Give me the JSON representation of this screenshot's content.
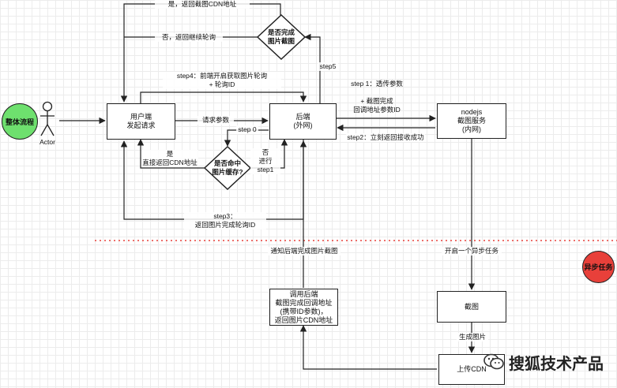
{
  "badges": {
    "overall": {
      "label": "整体流程",
      "color": "#6ee06e"
    },
    "async": {
      "label": "异步任务",
      "color": "#e8403a"
    }
  },
  "actor": {
    "label": "Actor"
  },
  "nodes": {
    "client": "用户端\n发起请求",
    "backend": "后端\n(外网)",
    "nodejs": "nodejs\n截图服务\n(内网)",
    "callback": "调用后端\n截图完成回调地址\n(携带ID参数)，\n返回图片CDN地址",
    "screenshot": "截图",
    "upload": "上传CDN"
  },
  "decisions": {
    "done": "是否完成\n图片截图",
    "cached": "是否命中\n图片缓存?"
  },
  "edge_labels": {
    "yes_return_cdn": "是，返回截图CDN地址",
    "no_continue_poll": "否，返回继续轮询",
    "step5": "step5",
    "step4": "step4：前端开启获取图片轮询\n+ 轮询ID",
    "request_params": "请求参数",
    "step0": "step 0",
    "yes_direct_cdn": "是\n直接返回CDN地址",
    "no_step1": "否\n进行  step1",
    "step3": "step3：\n返回图片完成轮询ID",
    "step1": "step 1：透传参数\n\n+ 截图完成\n回调地址参数ID",
    "step2": "step2：立刻返回接收成功",
    "notify_backend": "通知后端完成图片截图",
    "start_async": "开启一个异步任务",
    "generate_image": "生成图片"
  },
  "watermark": {
    "text": "搜狐技术产品",
    "icon": "wechat-icon"
  }
}
